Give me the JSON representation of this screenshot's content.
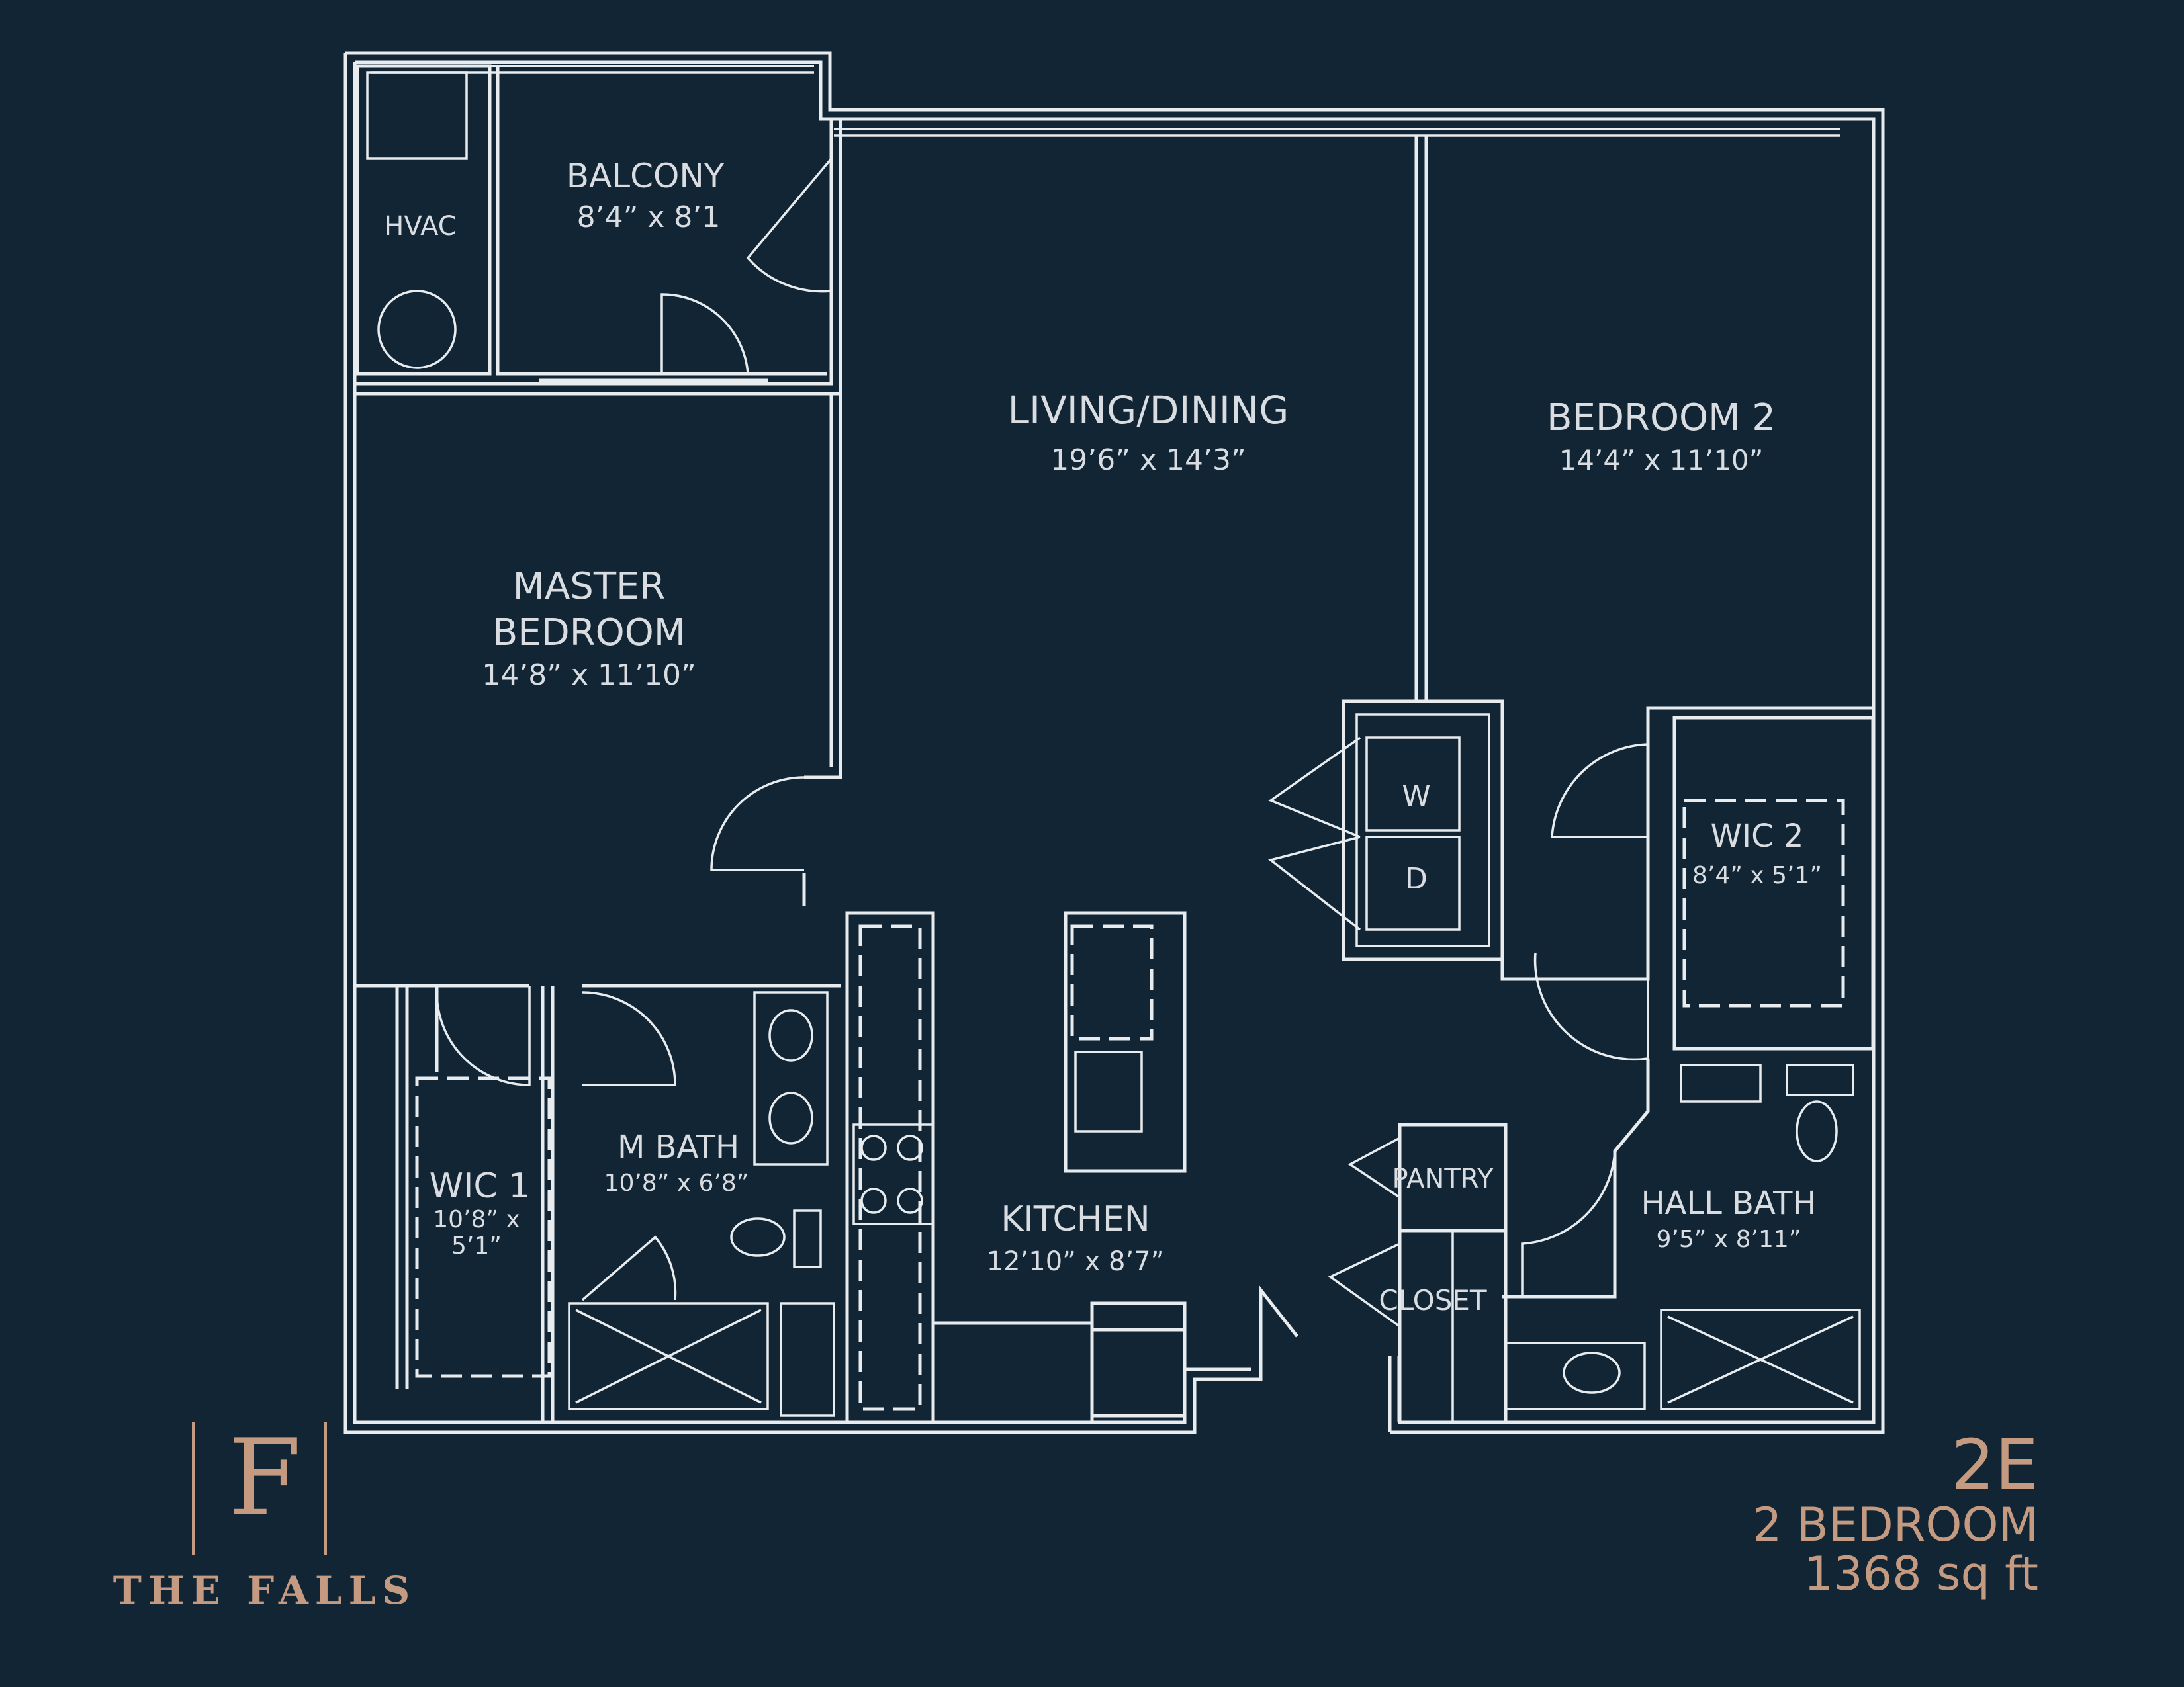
{
  "rooms": {
    "hvac": {
      "name": "HVAC"
    },
    "balcony": {
      "name": "BALCONY",
      "dims": "8’4” x 8’1"
    },
    "living": {
      "name": "LIVING/DINING",
      "dims": "19’6” x 14’3”"
    },
    "bedroom2": {
      "name": "BEDROOM 2",
      "dims": "14’4” x 11’10”"
    },
    "master": {
      "name1": "MASTER",
      "name2": "BEDROOM",
      "dims": "14’8” x 11’10”"
    },
    "washer": {
      "name": "W"
    },
    "dryer": {
      "name": "D"
    },
    "wic2": {
      "name": "WIC 2",
      "dims": "8’4” x 5’1”"
    },
    "wic1": {
      "name": "WIC 1",
      "dims1": "10’8” x",
      "dims2": "5’1”"
    },
    "mbath": {
      "name": "M BATH",
      "dims": "10’8” x 6’8”"
    },
    "kitchen": {
      "name": "KITCHEN",
      "dims": "12’10” x 8’7”"
    },
    "pantry": {
      "name": "PANTRY"
    },
    "closet": {
      "name": "CLOSET"
    },
    "hallbath": {
      "name": "HALL BATH",
      "dims": "9’5” x 8’11”"
    }
  },
  "unit": {
    "code": "2E",
    "type": "2 BEDROOM",
    "size": "1368 sq ft"
  },
  "brand": {
    "letter": "F",
    "name": "THE FALLS"
  },
  "colors": {
    "background": "#112534",
    "lines": "#e8ecef",
    "accent": "#c49a80"
  }
}
